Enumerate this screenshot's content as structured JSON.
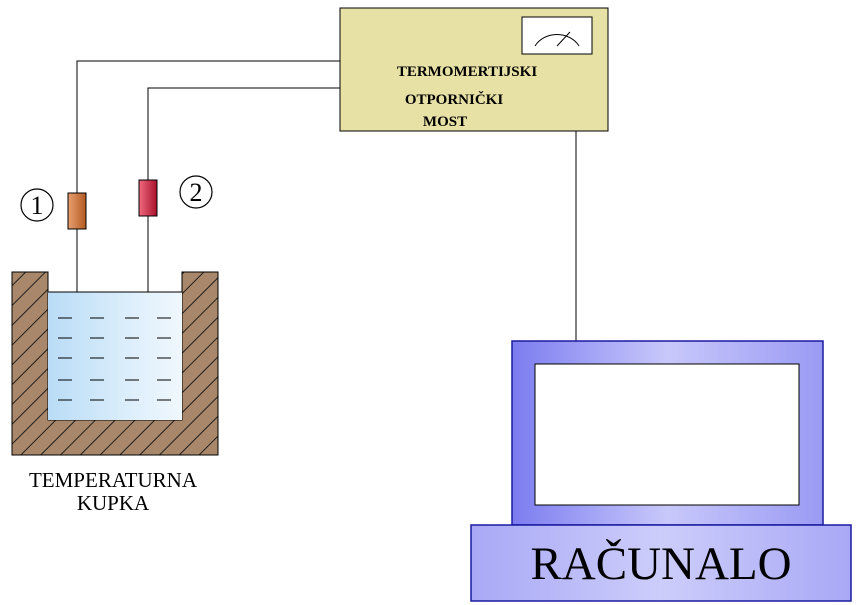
{
  "bridge": {
    "line1": "TERMOMERTIJSKI",
    "line2": "OTPORNIČKI",
    "line3": "MOST",
    "fill_color": "#e8e1a6",
    "meter_icon": "analog-gauge-icon"
  },
  "probes": [
    {
      "label": "1",
      "color": "#d77a3c"
    },
    {
      "label": "2",
      "color": "#d21c3c"
    }
  ],
  "bath": {
    "line1": "TEMPERATURNA",
    "line2": "KUPKA",
    "wall_color": "#a8876a",
    "liquid_color": "#cfe6f8"
  },
  "computer": {
    "label": "RAČUNALO",
    "body_color": "#b4b4f8",
    "frame_border": "#1a1aa0"
  }
}
